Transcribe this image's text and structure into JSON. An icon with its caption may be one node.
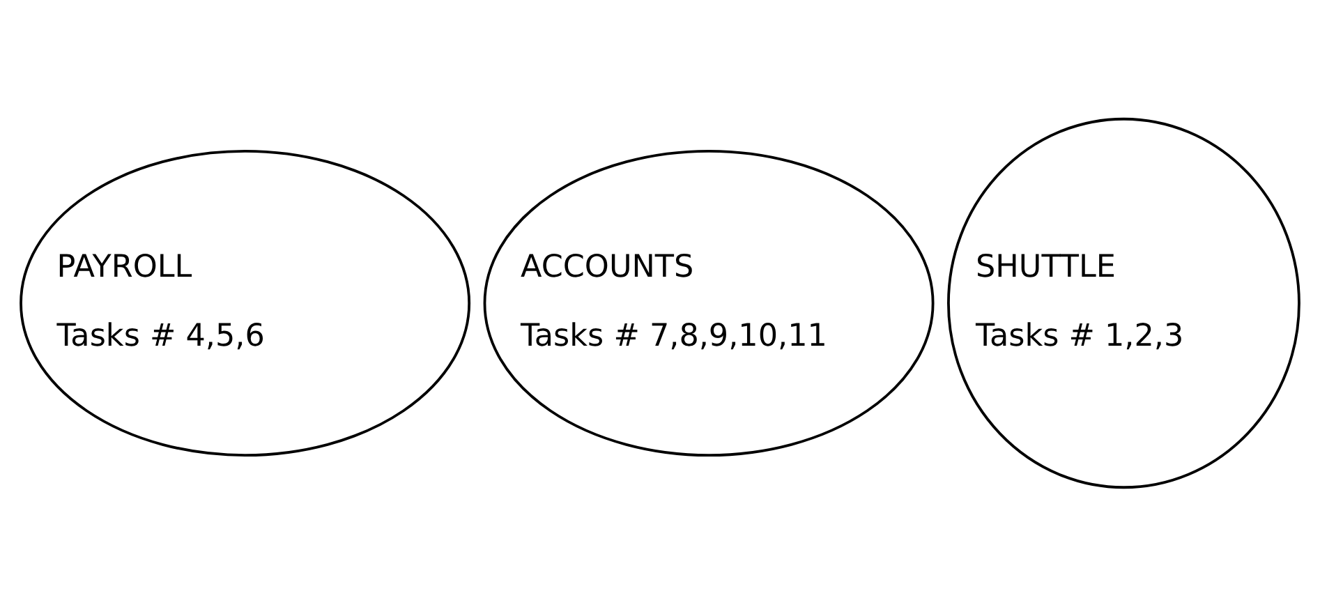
{
  "diagram": {
    "nodes": [
      {
        "text": [
          "PAYROLL",
          "Tasks # 4,5,6"
        ]
      },
      {
        "text": [
          "ACCOUNTS",
          "Tasks # 7,8,9,10,11"
        ]
      },
      {
        "text": [
          "SHUTTLE",
          "Tasks # 1,2,3"
        ]
      }
    ],
    "edges": []
  }
}
